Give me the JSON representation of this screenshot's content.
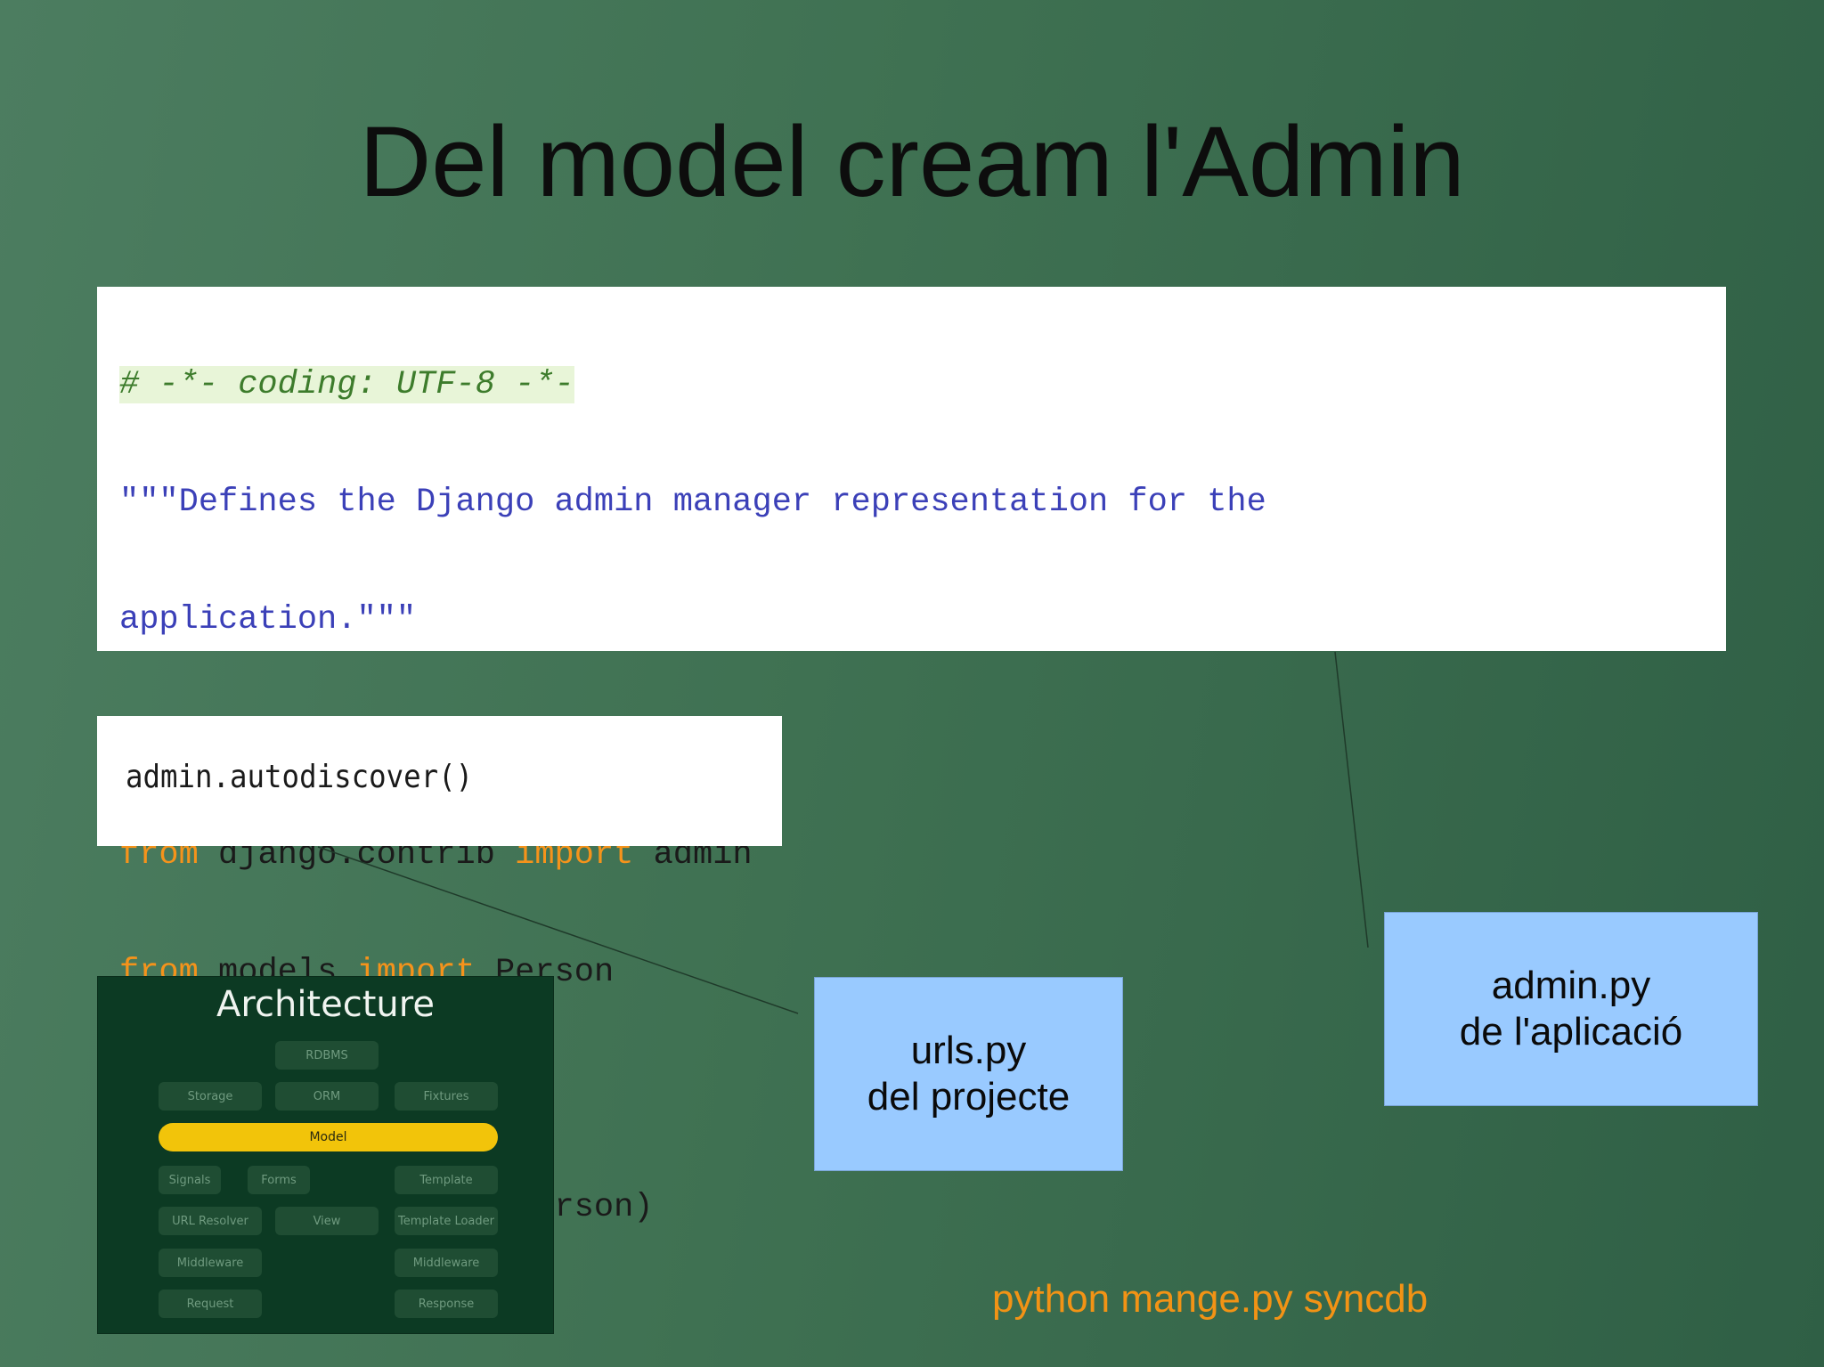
{
  "slide": {
    "title": "Del model cream l'Admin",
    "code": {
      "comment": "# -*- coding: UTF-8 -*-",
      "doc_line1": "\"\"\"Defines the Django admin manager representation for the",
      "doc_line2": "application.\"\"\"",
      "kw_from": "from",
      "kw_import": "import",
      "mod1": "django.contrib",
      "name1": "admin",
      "mod2": "models",
      "name2": "Person",
      "register": "admin.site.register(Person)"
    },
    "autodiscover": "admin.autodiscover()",
    "urls_box": {
      "line1": "urls.py",
      "line2": "del projecte"
    },
    "admin_box": {
      "line1": "admin.py",
      "line2": "de l'aplicació"
    },
    "command": "python mange.py syncdb",
    "architecture": {
      "title": "Architecture",
      "nodes": {
        "rdbms": "RDBMS",
        "storage": "Storage",
        "orm": "ORM",
        "fixtures": "Fixtures",
        "model": "Model",
        "signals": "Signals",
        "forms": "Forms",
        "template": "Template",
        "url_resolver": "URL Resolver",
        "view": "View",
        "template_loader": "Template Loader",
        "middleware_left": "Middleware",
        "middleware_right": "Middleware",
        "request": "Request",
        "response": "Response"
      }
    }
  },
  "colors": {
    "keyword": "#f5931b",
    "docstring": "#3b40b8",
    "comment": "#3d7c2c",
    "label_box": "#99caff",
    "command": "#f29315",
    "model_bar": "#f2c40a"
  }
}
